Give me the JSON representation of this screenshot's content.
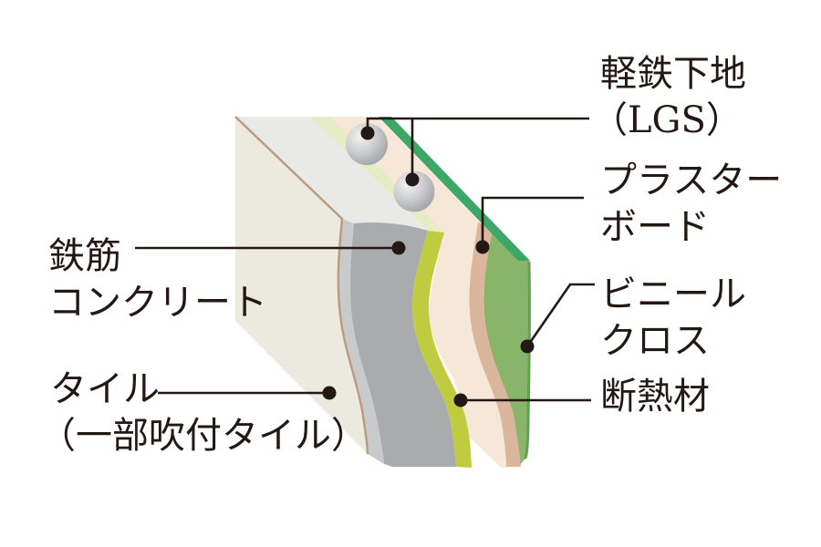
{
  "figure": {
    "background": "#ffffff",
    "labels": {
      "lgs": {
        "line1": "軽鉄下地",
        "line2": "（LGS）"
      },
      "plasterboard": {
        "line1": "プラスター",
        "line2": "ボード"
      },
      "vinyl_cloth": {
        "line1": "ビニール",
        "line2": "クロス"
      },
      "insulation": {
        "text": "断熱材"
      },
      "reinforced_concrete": {
        "line1": "鉄筋",
        "line2": "コンクリート"
      },
      "tile": {
        "line1": "タイル",
        "line2": "（一部吹付タイル）"
      }
    },
    "palette": {
      "tile_face": "#ece9df",
      "tile_edge": "#b99b80",
      "concrete_face": "#a9abad",
      "concrete_top": "#e9e9e7",
      "concrete_edge": "#c9cacb",
      "insulation_face": "#c0cc40",
      "insulation_top": "#e6edc4",
      "plasterboard_face": "#f7e7d8",
      "plasterboard_edge": "#d9b69c",
      "vinyl_face": "#88b56a",
      "vinyl_top_edge": "#3ca767",
      "vinyl_right_edge": "#63a055",
      "annotation": "#231815"
    }
  }
}
